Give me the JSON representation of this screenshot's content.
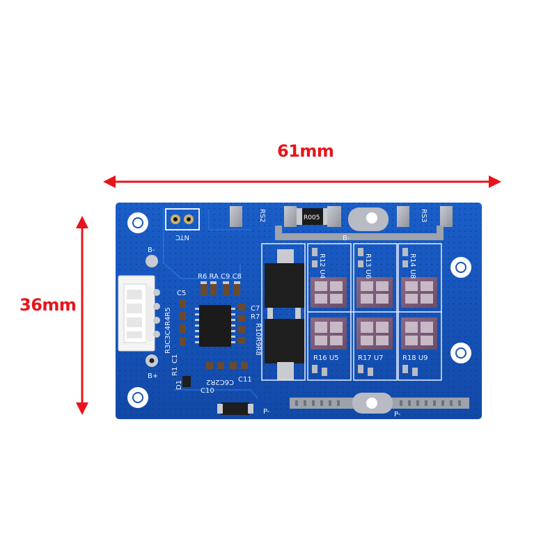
{
  "dimensions": {
    "width_label": "61mm",
    "height_label": "36mm",
    "arrow_color": "#e8141b"
  },
  "board": {
    "pcb_color": "#1553b8",
    "silkscreen": {
      "ntc": "NTC",
      "b_minus": "B-",
      "b_plus": "B+",
      "b_minus_bus": "B-",
      "p_minus": "P-",
      "p_minus_bus": "P-",
      "rs2": "RS2",
      "rs3": "RS3",
      "shunt": "R005",
      "r6_ra_c9_c8": "R6 RA C9 C8",
      "c5": "C5",
      "c7": "C7",
      "r7": "R7",
      "r10": "R10",
      "r9r8": "R9R8",
      "r3c3c4r4r5": "R3C3C4R4R5",
      "c1": "C1",
      "r1": "R1",
      "d1": "D1",
      "c10": "C10",
      "c6c2r2": "C6C2R2",
      "c11": "C11",
      "r12_u4": "R12 U4",
      "r13_u6": "R13 U6",
      "r14_u8": "R14 U8",
      "r16_u5": "R16 U5",
      "r17_u7": "R17 U7",
      "r18_u9": "R18 U9"
    }
  }
}
